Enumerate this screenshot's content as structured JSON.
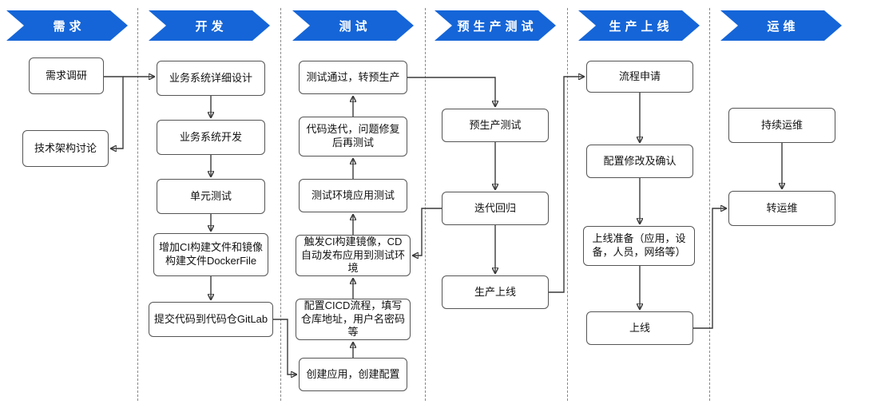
{
  "diagram": {
    "lanes": [
      {
        "header": "需求",
        "nodes": [
          {
            "id": "req-research",
            "label": "需求调研"
          },
          {
            "id": "arch-discussion",
            "label": "技术架构讨论"
          }
        ]
      },
      {
        "header": "开发",
        "nodes": [
          {
            "id": "detail-design",
            "label": "业务系统详细设计"
          },
          {
            "id": "system-dev",
            "label": "业务系统开发"
          },
          {
            "id": "unit-test",
            "label": "单元测试"
          },
          {
            "id": "ci-files",
            "label": "增加CI构建文件和镜像构建文件DockerFile"
          },
          {
            "id": "commit-code",
            "label": "提交代码到代码仓GitLab"
          }
        ]
      },
      {
        "header": "测试",
        "nodes": [
          {
            "id": "test-pass",
            "label": "测试通过，转预生产"
          },
          {
            "id": "code-iterate",
            "label": "代码迭代，问题修复后再测试"
          },
          {
            "id": "env-test",
            "label": "测试环境应用测试"
          },
          {
            "id": "trigger-ci",
            "label": "触发CI构建镜像，CD自动发布应用到测试环境"
          },
          {
            "id": "cicd-config",
            "label": "配置CICD流程，填写仓库地址，用户名密码等"
          },
          {
            "id": "create-app",
            "label": "创建应用，创建配置"
          }
        ]
      },
      {
        "header": "预生产测试",
        "nodes": [
          {
            "id": "pre-prod-test",
            "label": "预生产测试"
          },
          {
            "id": "iter-regress",
            "label": "迭代回归"
          },
          {
            "id": "prod-launch",
            "label": "生产上线"
          }
        ]
      },
      {
        "header": "生产上线",
        "nodes": [
          {
            "id": "process-apply",
            "label": "流程申请"
          },
          {
            "id": "config-confirm",
            "label": "配置修改及确认"
          },
          {
            "id": "launch-prep",
            "label": "上线准备（应用，设备，人员，网络等）"
          },
          {
            "id": "launch",
            "label": "上线"
          }
        ]
      },
      {
        "header": "运维",
        "nodes": [
          {
            "id": "cont-ops",
            "label": "持续运维"
          },
          {
            "id": "to-ops",
            "label": "转运维"
          }
        ]
      }
    ],
    "edges": [
      {
        "from": "req-research",
        "to": "arch-discussion"
      },
      {
        "from": "req-research",
        "to": "detail-design"
      },
      {
        "from": "detail-design",
        "to": "system-dev"
      },
      {
        "from": "system-dev",
        "to": "unit-test"
      },
      {
        "from": "unit-test",
        "to": "ci-files"
      },
      {
        "from": "ci-files",
        "to": "commit-code"
      },
      {
        "from": "commit-code",
        "to": "create-app"
      },
      {
        "from": "create-app",
        "to": "cicd-config"
      },
      {
        "from": "cicd-config",
        "to": "trigger-ci"
      },
      {
        "from": "trigger-ci",
        "to": "env-test"
      },
      {
        "from": "env-test",
        "to": "code-iterate"
      },
      {
        "from": "code-iterate",
        "to": "test-pass"
      },
      {
        "from": "test-pass",
        "to": "pre-prod-test"
      },
      {
        "from": "pre-prod-test",
        "to": "iter-regress"
      },
      {
        "from": "iter-regress",
        "to": "trigger-ci"
      },
      {
        "from": "iter-regress",
        "to": "prod-launch"
      },
      {
        "from": "prod-launch",
        "to": "process-apply"
      },
      {
        "from": "process-apply",
        "to": "config-confirm"
      },
      {
        "from": "config-confirm",
        "to": "launch-prep"
      },
      {
        "from": "launch-prep",
        "to": "launch"
      },
      {
        "from": "launch",
        "to": "to-ops"
      },
      {
        "from": "cont-ops",
        "to": "to-ops"
      }
    ],
    "colors": {
      "banner": "#1565d8",
      "banner_text": "#ffffff",
      "box_border": "#555555",
      "box_fill": "#ffffff",
      "connector": "#3a3a3a"
    }
  }
}
